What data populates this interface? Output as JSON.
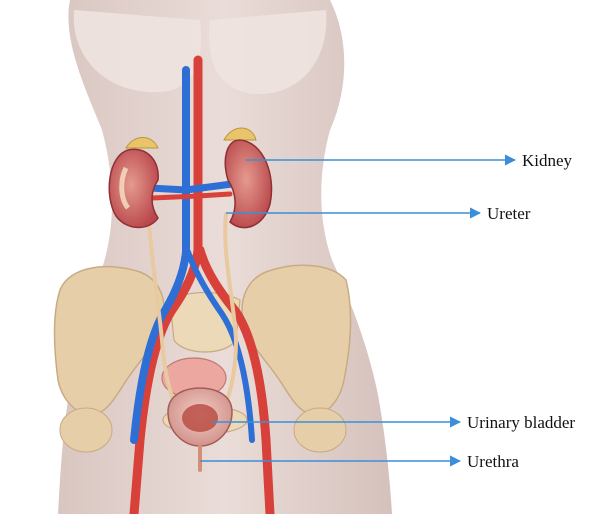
{
  "labels": {
    "kidney": "Kidney",
    "ureter": "Ureter",
    "bladder": "Urinary bladder",
    "urethra": "Urethra"
  },
  "colors": {
    "skin": "#e4d3cf",
    "skin_shadow": "#c9b3ae",
    "artery": "#d8403a",
    "vein": "#2e6fd6",
    "kidney": "#c9585a",
    "ureter": "#e8c9a0",
    "pelvis_bone": "#e6cfa8",
    "bladder": "#e7b7b0",
    "leader_line": "#3a8fd8"
  }
}
